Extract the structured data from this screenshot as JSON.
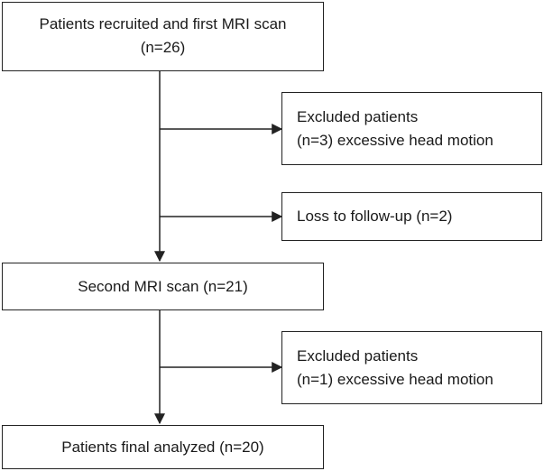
{
  "boxes": {
    "recruited": {
      "line1": "Patients recruited and first MRI scan",
      "line2": "(n=26)"
    },
    "excluded1": {
      "line1": "Excluded patients",
      "line2": "(n=3) excessive head motion"
    },
    "loss": {
      "line1": "Loss to follow-up (n=2)"
    },
    "second": {
      "line1": "Second MRI scan (n=21)"
    },
    "excluded2": {
      "line1": "Excluded patients",
      "line2": "(n=1) excessive head motion"
    },
    "final": {
      "line1": "Patients final analyzed (n=20)"
    }
  }
}
